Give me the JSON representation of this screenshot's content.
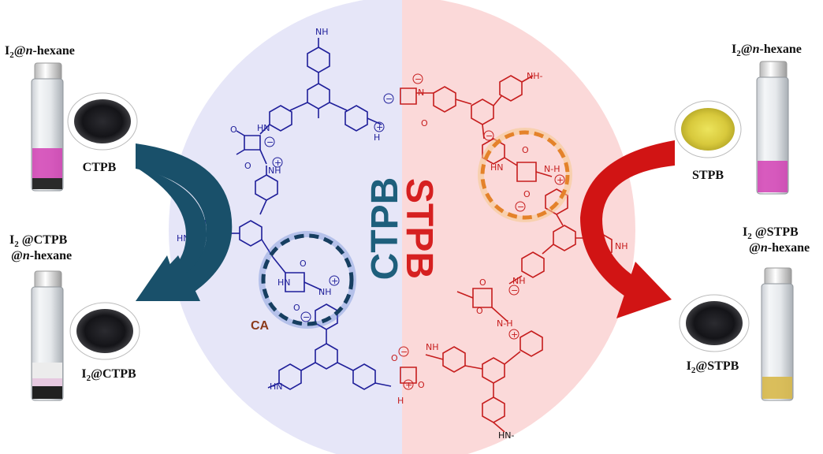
{
  "center_labels": {
    "left": "CTPB",
    "right": "STPB",
    "ca": "CA"
  },
  "left": {
    "vial_top_label": {
      "sub": "2",
      "pre": "I",
      "mid": "@",
      "italic": "n",
      "post": "-hexane"
    },
    "powder_top_label": "CTPB",
    "vial_bottom_label_line1": {
      "pre": "I",
      "sub": "2",
      "post": " @CTPB"
    },
    "vial_bottom_label_line2": {
      "pre": "@",
      "italic": "n",
      "post": "-hexane"
    },
    "powder_bottom_label": {
      "pre": "I",
      "sub": "2",
      "post": "@CTPB"
    }
  },
  "right": {
    "vial_top_label": {
      "pre": "I",
      "sub": "2",
      "mid": "@",
      "italic": "n",
      "post": "-hexane"
    },
    "powder_top_label": "STPB",
    "vial_bottom_label_line1": {
      "pre": "I",
      "sub": "2",
      "post": " @STPB"
    },
    "vial_bottom_label_line2": {
      "pre": "@",
      "italic": "n",
      "post": "-hexane"
    },
    "powder_bottom_label": {
      "pre": "I",
      "sub": "2",
      "post": "@STPB"
    }
  },
  "groups": {
    "nh": "NH",
    "nh_dash": "NH-",
    "hn": "HN",
    "hn_dash": "HN-",
    "n_h": "N-H",
    "h": "H",
    "o": "O",
    "n": "N"
  },
  "colors": {
    "left_bg": "#e6e6f8",
    "right_bg": "#fbd9d9",
    "ctpb_text": "#1e5f7c",
    "stpb_text": "#d62020",
    "left_structure": "#1f1f9a",
    "right_structure": "#c61d1d",
    "left_arrow": "#19506a",
    "right_arrow": "#d11414",
    "ca_ring_blue": "#163e60",
    "ca_ring_orange": "#e4822a",
    "ca_text": "#8b3a1a",
    "magenta_liquid": "#d23fb4",
    "yellow_liquid": "#d7b84a",
    "yellow_powder": "#e2d64a",
    "black_powder": "#1a1a1e"
  }
}
